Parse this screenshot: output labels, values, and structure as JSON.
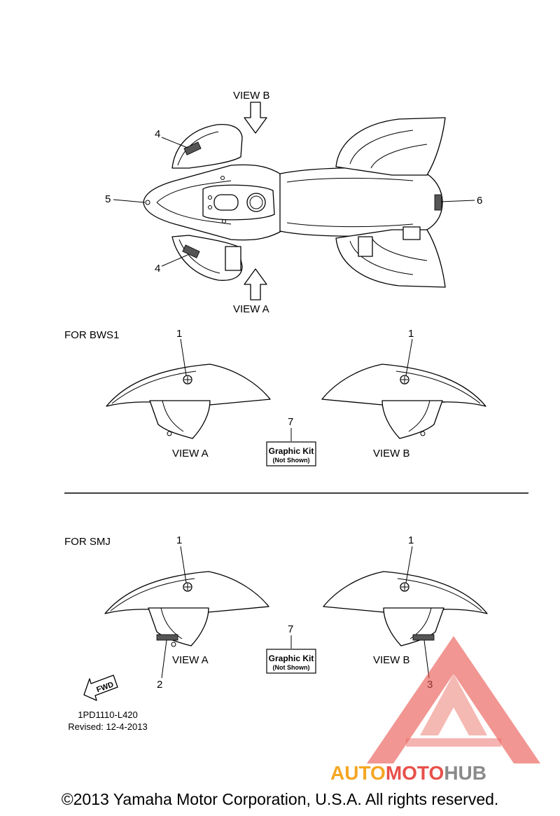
{
  "top": {
    "view_b": "VIEW B",
    "view_a": "VIEW A",
    "callouts": [
      "4",
      "5",
      "4",
      "6"
    ]
  },
  "bws1": {
    "heading": "FOR BWS1",
    "callout_left": "1",
    "callout_right": "1",
    "callout_kit": "7",
    "kit_line1": "Graphic Kit",
    "kit_line2": "(Not Shown)",
    "view_a": "VIEW A",
    "view_b": "VIEW B"
  },
  "smj": {
    "heading": "FOR SMJ",
    "callout_left": "1",
    "callout_right": "1",
    "callout_kit": "7",
    "callout_left_bottom": "2",
    "callout_right_bottom": "3",
    "kit_line1": "Graphic Kit",
    "kit_line2": "(Not Shown)",
    "view_a": "VIEW A",
    "view_b": "VIEW B"
  },
  "fwd_label": "FWD",
  "part_code": "1PD1110-L420",
  "revised": "Revised: 12-4-2013",
  "watermark": {
    "part1": "AUTO",
    "part2": "MOTO",
    "part3": "HUB",
    "color_orange": "#f5a623",
    "color_red": "#e8504a",
    "color_gray": "#8a8a8a"
  },
  "copyright": "©2013 Yamaha Motor Corporation, U.S.A. All rights reserved."
}
